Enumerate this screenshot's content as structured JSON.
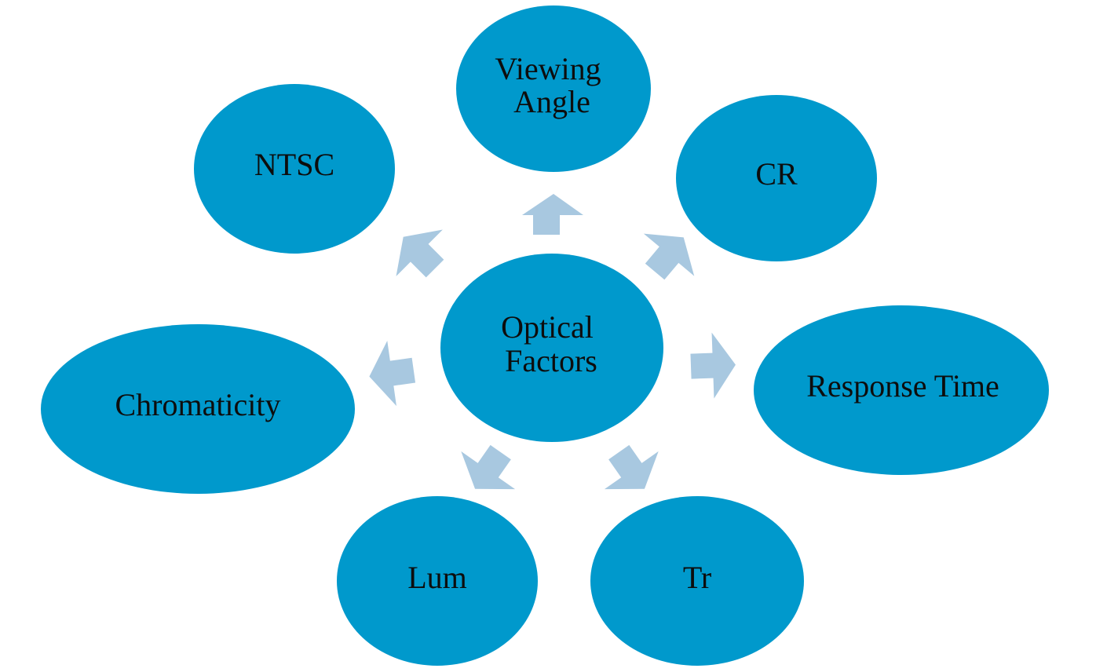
{
  "diagram": {
    "center": {
      "line1": "Optical",
      "line2": "Factors"
    },
    "nodes": {
      "viewing_angle": {
        "line1": "Viewing",
        "line2": "Angle"
      },
      "ntsc": "NTSC",
      "cr": "CR",
      "chromaticity": "Chromaticity",
      "response_time": "Response Time",
      "lum": "Lum",
      "tr": "Tr"
    }
  },
  "colors": {
    "node_fill": "#0099cc",
    "arrow_fill": "#a8c8e0",
    "text": "#0d0d0d",
    "background": "#ffffff"
  }
}
